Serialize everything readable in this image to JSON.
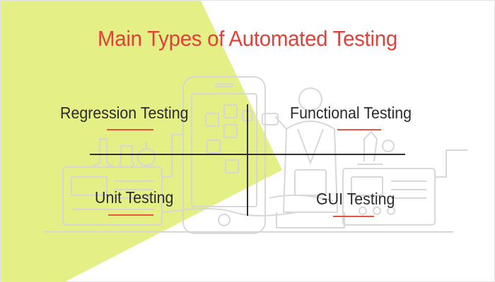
{
  "title": "Main Types of Automated Testing",
  "quadrants": [
    {
      "id": "regression",
      "label": "Regression Testing"
    },
    {
      "id": "functional",
      "label": "Functional Testing"
    },
    {
      "id": "unit",
      "label": "Unit Testing"
    },
    {
      "id": "gui",
      "label": "GUI Testing"
    }
  ],
  "colors": {
    "title": "#e2413a",
    "accent_underline": "#e8533f",
    "highlight_triangle": "#e4ef86",
    "line_art": "#d6d6d6",
    "axis": "#2f2f2f"
  },
  "icons": [
    "smartphone-icon",
    "lab-beaker-icon",
    "scientist-icon",
    "microscope-icon",
    "lab-machine-icon"
  ]
}
